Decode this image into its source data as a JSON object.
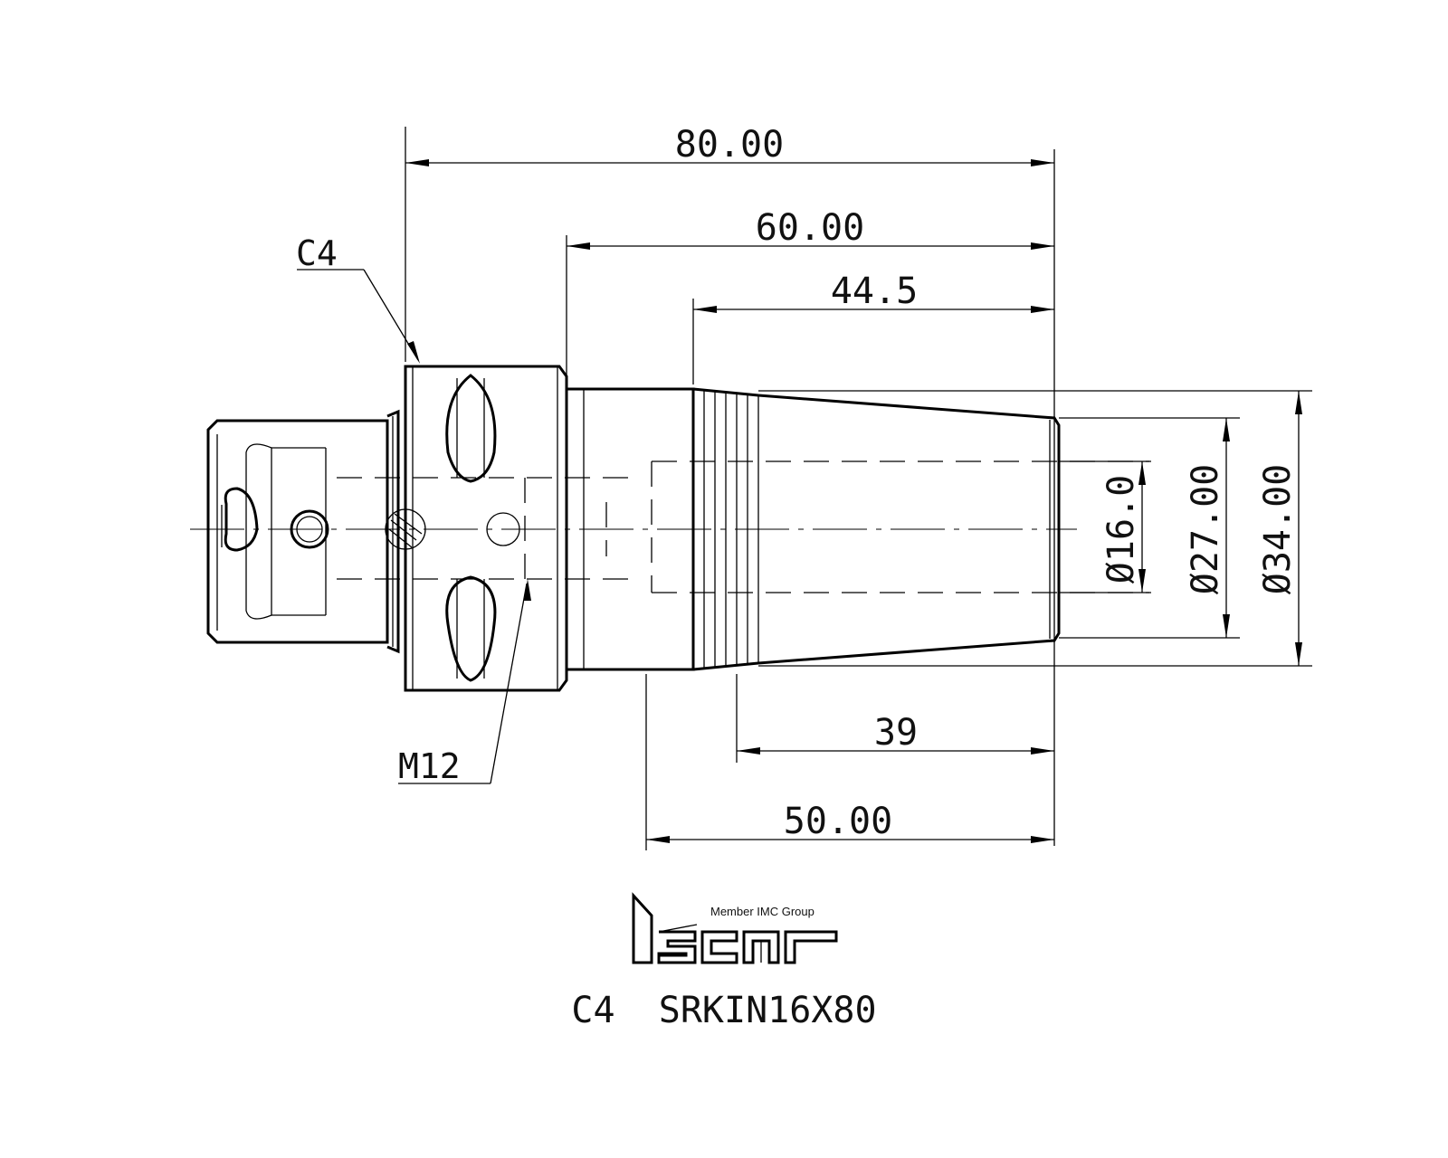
{
  "dimensions": {
    "overall_length": "80.00",
    "length_60": "60.00",
    "length_44": "44.5",
    "length_39": "39",
    "length_50": "50.00",
    "dia_16": "Ø16.0",
    "dia_27": "Ø27.00",
    "dia_34": "Ø34.00"
  },
  "callouts": {
    "chamfer": "C4",
    "thread": "M12"
  },
  "logo": {
    "tagline": "Member IMC Group",
    "brand": "iscar"
  },
  "title": "C4  SRKIN16X80",
  "colors": {
    "line": "#000000",
    "background": "#ffffff"
  }
}
